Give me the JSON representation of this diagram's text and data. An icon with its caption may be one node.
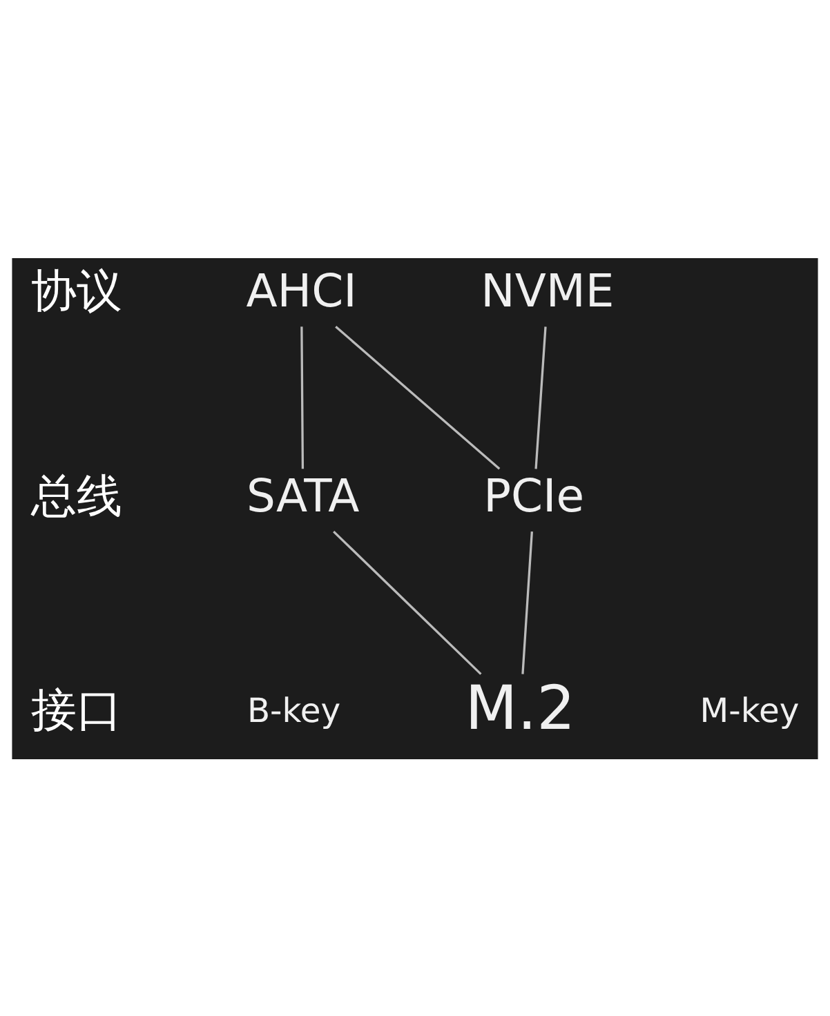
{
  "diagram": {
    "nodes": [
      {
        "text": [
          "AHCI"
        ]
      },
      {
        "text": [
          "NVME"
        ]
      },
      {
        "text": [
          "SATA"
        ]
      },
      {
        "text": [
          "PCIe"
        ]
      },
      {
        "text": [
          "M.2"
        ],
        "beside": [
          "B-key",
          "M-key"
        ]
      }
    ],
    "edges": [
      {
        "from": 0,
        "to": 2,
        "arrow": "none"
      },
      {
        "from": 0,
        "to": 3,
        "arrow": "none"
      },
      {
        "from": 1,
        "to": 3,
        "arrow": "none"
      },
      {
        "from": 2,
        "to": 4,
        "arrow": "none"
      },
      {
        "from": 3,
        "to": 4,
        "arrow": "none"
      }
    ],
    "labels": [
      "协议",
      "总线",
      "接口"
    ]
  }
}
